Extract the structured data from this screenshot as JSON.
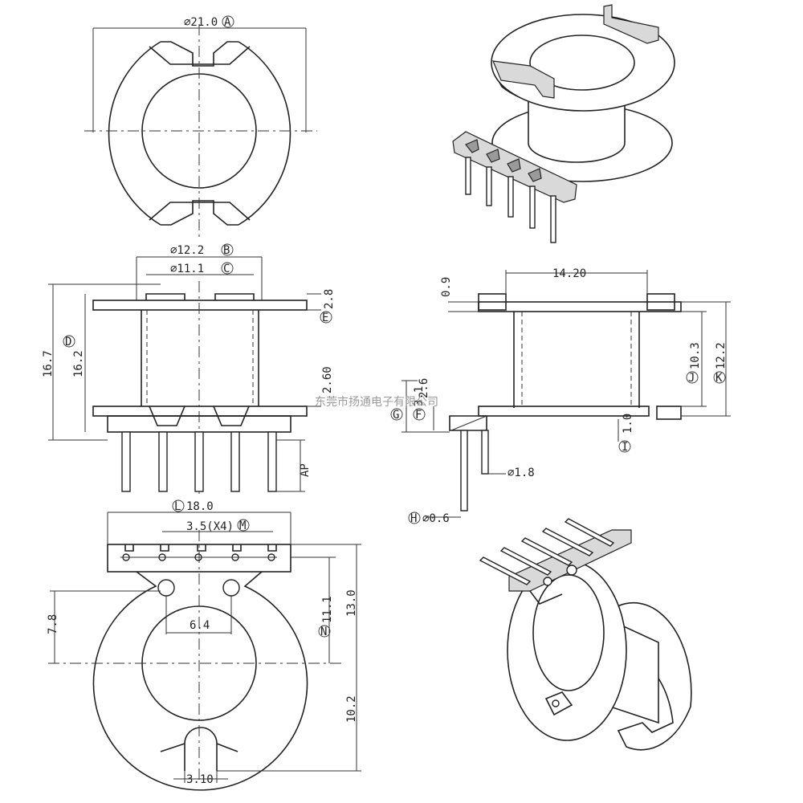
{
  "dimensions": {
    "A": "⌀21.0",
    "A_letter": "A",
    "B": "⌀12.2",
    "B_letter": "B",
    "C": "⌀11.1",
    "C_letter": "C",
    "D_letter": "D",
    "height_16_7": "16.7",
    "height_16_2": "16.2",
    "E_val": "2.8",
    "E_letter": "E",
    "val_2_60": "2.60",
    "AP": "AP",
    "val_0_9": "0.9",
    "val_14_20": "14.20",
    "J_val": "10.3",
    "J_letter": "J",
    "K_val": "12.2",
    "K_letter": "K",
    "G_val": "3.1",
    "G_letter": "G",
    "F_val": "2.6",
    "F_letter": "F",
    "I_val": "1.0",
    "I_letter": "I",
    "d_1_8": "⌀1.8",
    "H_letter": "H",
    "H_val": "⌀0.6",
    "L_letter": "L",
    "L_val": "18.0",
    "M_val": "3.5(X4)",
    "M_letter": "M",
    "val_7_8": "7.8",
    "val_6_4": "6.4",
    "N_letter": "N",
    "N_val": "11.1",
    "val_13_0": "13.0",
    "val_10_2": "10.2",
    "val_3_10": "3.10"
  },
  "watermark": "东莞市扬通电子有限公司"
}
